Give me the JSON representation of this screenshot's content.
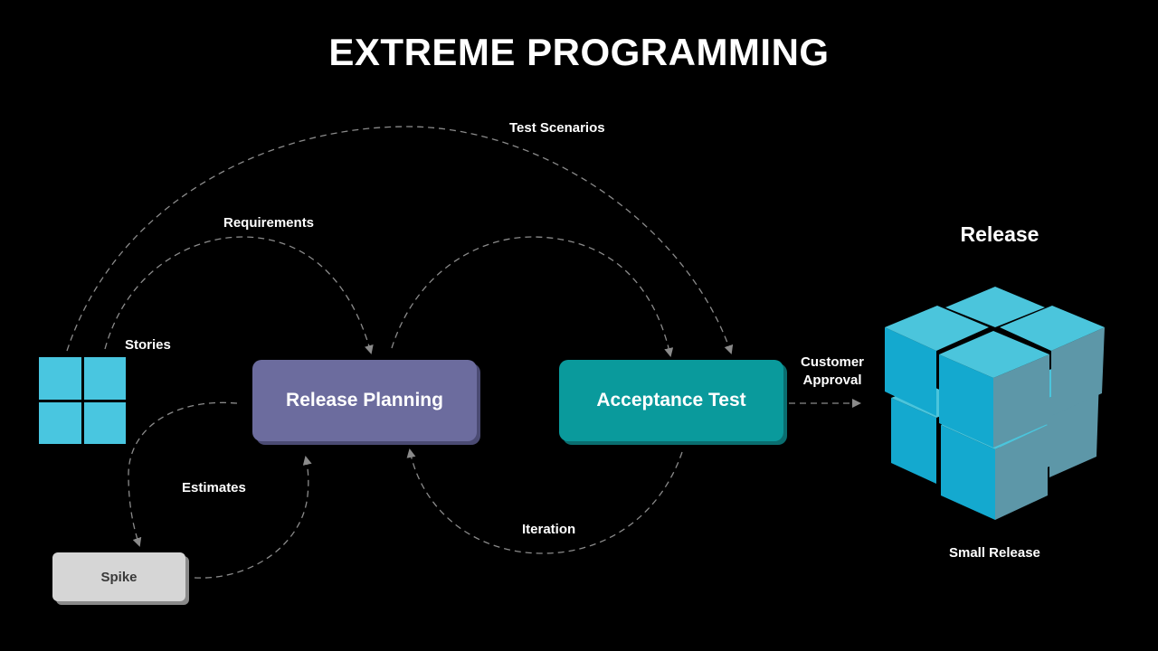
{
  "title": "EXTREME PROGRAMMING",
  "labels": {
    "test_scenarios": "Test Scenarios",
    "requirements": "Requirements",
    "stories": "Stories",
    "estimates": "Estimates",
    "iteration": "Iteration",
    "customer_approval_line1": "Customer",
    "customer_approval_line2": "Approval"
  },
  "boxes": {
    "release_planning": "Release Planning",
    "acceptance_test": "Acceptance Test",
    "spike": "Spike"
  },
  "release": {
    "heading": "Release",
    "caption": "Small Release"
  },
  "colors": {
    "background": "#000000",
    "release_planning": "#6c6c9e",
    "acceptance_test": "#0a9a9c",
    "spike": "#d6d6d6",
    "stories": "#49c6e0",
    "cube_top": "#4bc5dc",
    "cube_left": "#14a9cf",
    "cube_right": "#5d97a8",
    "arrow": "#8a8a8a"
  }
}
